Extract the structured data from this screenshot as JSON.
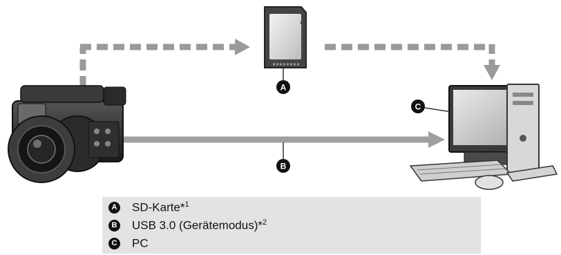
{
  "markers": {
    "a": "A",
    "b": "B",
    "c": "C"
  },
  "legend": {
    "items": [
      {
        "letter": "A",
        "text": "SD-Karte*",
        "sup": "1"
      },
      {
        "letter": "B",
        "text": "USB 3.0 (Gerätemodus)*",
        "sup": "2"
      },
      {
        "letter": "C",
        "text": "PC",
        "sup": ""
      }
    ]
  },
  "colors": {
    "arrow": "#9a9a9a",
    "badge": "#111111",
    "legend_bg": "#e3e3e3"
  }
}
